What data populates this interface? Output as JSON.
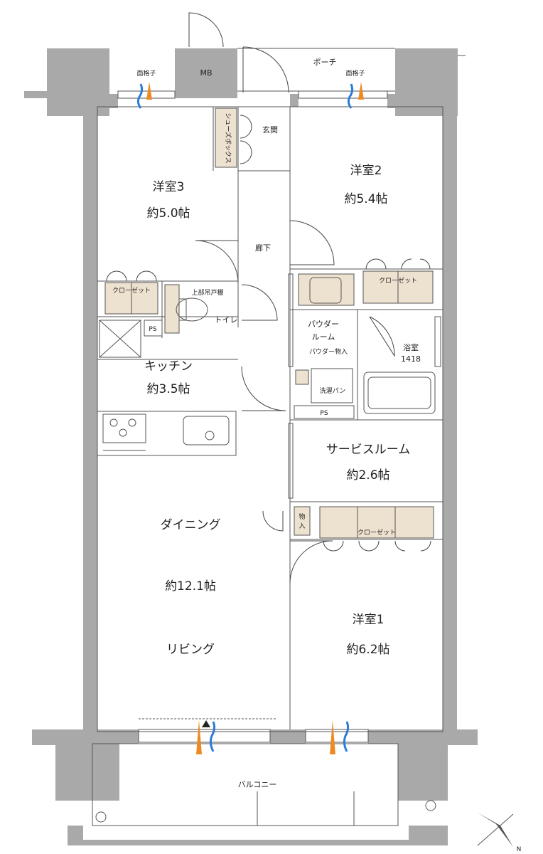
{
  "rooms": {
    "western3": {
      "name": "洋室3",
      "size": "約5.0帖"
    },
    "western2": {
      "name": "洋室2",
      "size": "約5.4帖"
    },
    "western1": {
      "name": "洋室1",
      "size": "約6.2帖"
    },
    "kitchen": {
      "name": "キッチン",
      "size": "約3.5帖"
    },
    "ldk": {
      "dining": "ダイニング",
      "size": "約12.1帖",
      "living": "リビング"
    },
    "service": {
      "name": "サービスルーム",
      "size": "約2.6帖"
    },
    "powder": {
      "line1": "パウダー",
      "line2": "ルーム"
    },
    "bath": {
      "name": "浴室",
      "size": "1418"
    }
  },
  "labels": {
    "porch": "ポーチ",
    "entrance": "玄関",
    "hallway": "廊下",
    "toilet": "トイレ",
    "upper_shelf": "上部吊戸棚",
    "closet": "クローゼット",
    "shoe_box": "シューズボックス",
    "mb": "MB",
    "ps": "PS",
    "powder_storage": "パウダー物入",
    "laundry_pan": "洗濯パン",
    "storage": "物入",
    "lattice": "面格子",
    "balcony": "バルコニー",
    "north": "N"
  },
  "colors": {
    "wall": "#a9a9a9",
    "closet": "#ede1cf",
    "vent_blue": "#2b7bd9",
    "vent_orange": "#ee8a22"
  }
}
